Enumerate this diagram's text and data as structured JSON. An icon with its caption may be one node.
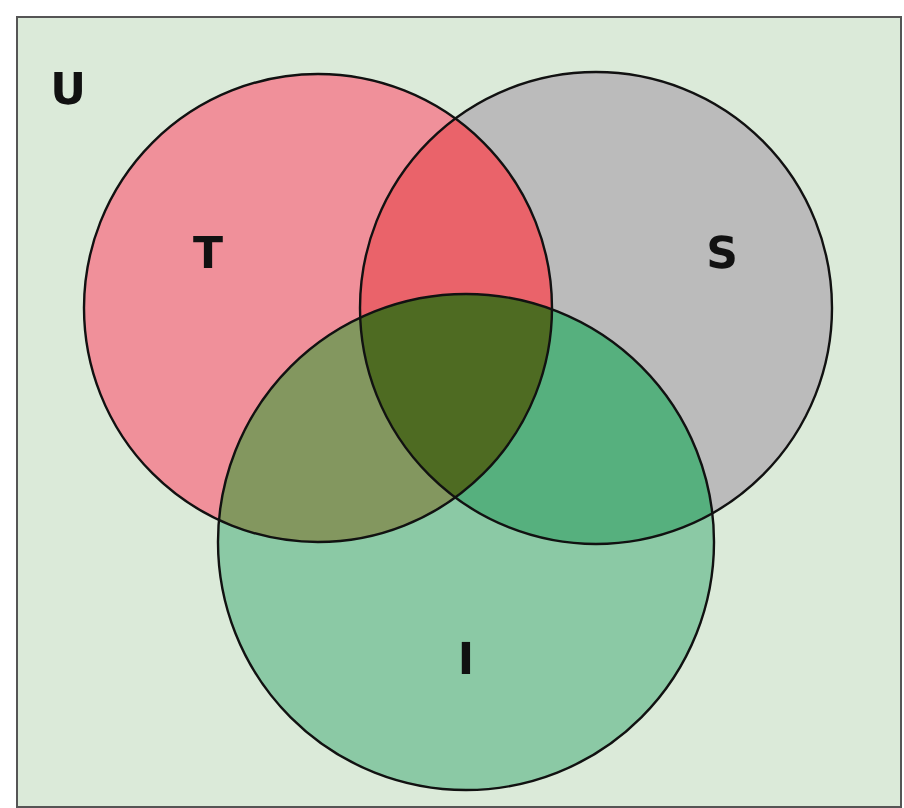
{
  "diagram": {
    "nodes": [
      {
        "text": [
          "U"
        ]
      },
      {
        "text": [
          "T"
        ],
        "in": 0
      },
      {
        "text": [
          "S"
        ],
        "in": 0
      },
      {
        "text": [
          "I"
        ],
        "in": 0
      }
    ],
    "edges": []
  }
}
